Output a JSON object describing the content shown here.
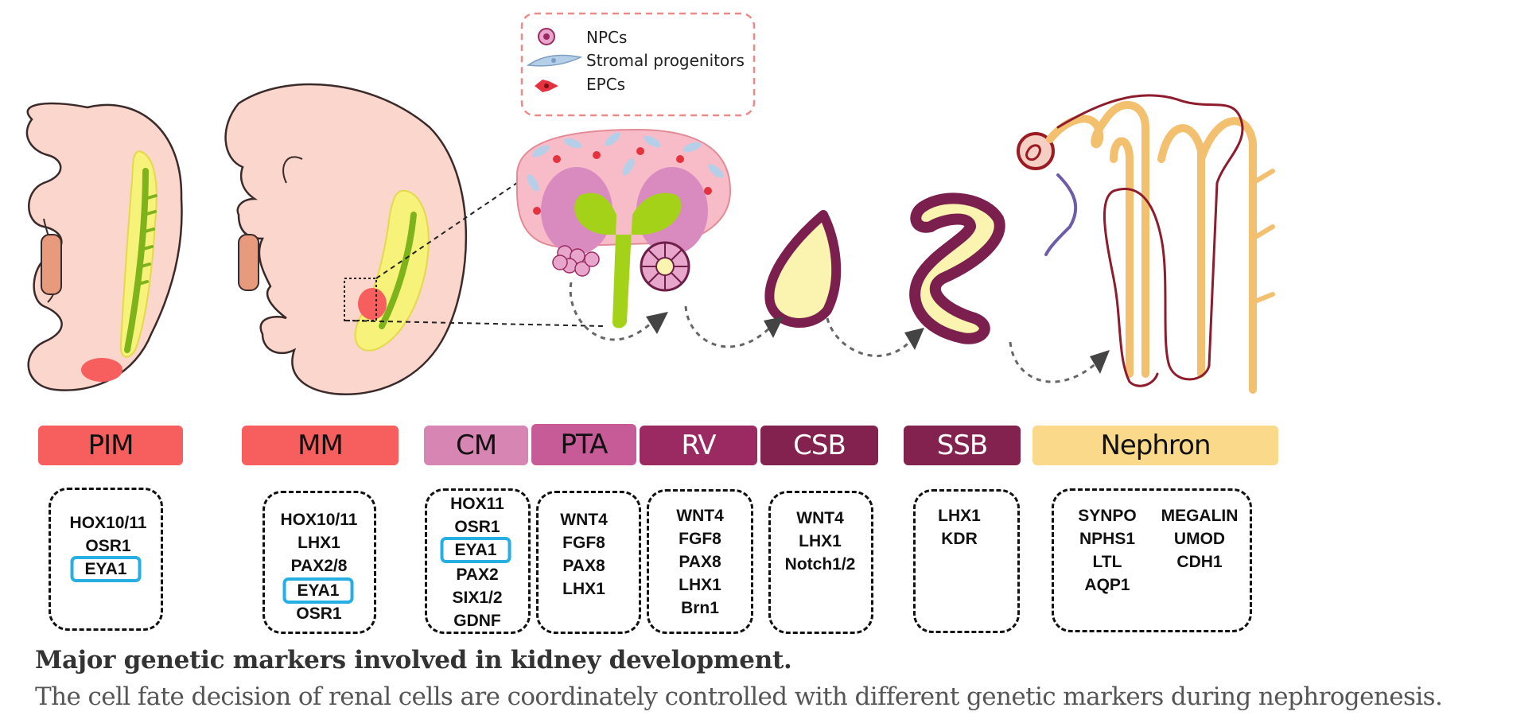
{
  "legend": {
    "items": [
      {
        "label": "NPCs",
        "icon": "npc-cell-icon",
        "color": "#c8619e"
      },
      {
        "label": "Stromal progenitors",
        "icon": "stromal-cell-icon",
        "color": "#a9c8e8"
      },
      {
        "label": "EPCs",
        "icon": "epc-cell-icon",
        "color": "#e5323f"
      }
    ]
  },
  "stages": [
    {
      "label": "PIM",
      "color": "#f75e5e",
      "text_color": "#111111"
    },
    {
      "label": "MM",
      "color": "#f75e5e",
      "text_color": "#111111"
    },
    {
      "label": "CM",
      "color": "#d786b4",
      "text_color": "#111111"
    },
    {
      "label": "PTA",
      "color": "#c75b97",
      "text_color": "#111111"
    },
    {
      "label": "RV",
      "color": "#9b2a62",
      "text_color": "#ffffff"
    },
    {
      "label": "CSB",
      "color": "#84224f",
      "text_color": "#ffffff"
    },
    {
      "label": "SSB",
      "color": "#84224f",
      "text_color": "#ffffff"
    },
    {
      "label": "Nephron",
      "color": "#fbd98a",
      "text_color": "#111111"
    }
  ],
  "markers": {
    "pim": [
      "HOX10/11",
      "OSR1",
      "EYA1"
    ],
    "mm": [
      "HOX10/11",
      "LHX1",
      "PAX2/8",
      "EYA1",
      "OSR1"
    ],
    "cm": [
      "HOX11",
      "OSR1",
      "EYA1",
      "PAX2",
      "SIX1/2",
      "GDNF"
    ],
    "pta": [
      "WNT4",
      "FGF8",
      "PAX8",
      "LHX1"
    ],
    "rv": [
      "WNT4",
      "FGF8",
      "PAX8",
      "LHX1",
      "Brn1"
    ],
    "csb": [
      "WNT4",
      "LHX1",
      "Notch1/2"
    ],
    "ssb": [
      "LHX1",
      "KDR"
    ],
    "nephron_left": [
      "SYNPO",
      "NPHS1",
      "LTL",
      "AQP1"
    ],
    "nephron_right": [
      "MEGALIN",
      "UMOD",
      "CDH1"
    ]
  },
  "highlight_color": "#27aee3",
  "caption": {
    "title": "Major genetic markers involved in kidney development.",
    "body": "The cell fate decision of renal cells are coordinately controlled with different genetic markers during nephrogenesis."
  }
}
